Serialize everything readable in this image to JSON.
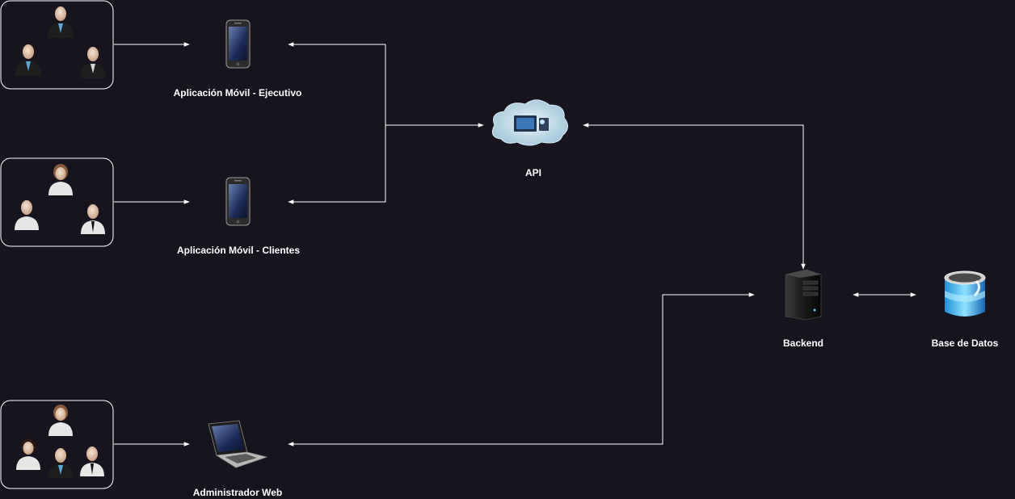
{
  "diagram": {
    "nodes": {
      "app_ejecutivo": {
        "label": "Aplicación Móvil - Ejecutivo"
      },
      "app_clientes": {
        "label": "Aplicación Móvil - Clientes"
      },
      "api": {
        "label": "API"
      },
      "backend": {
        "label": "Backend"
      },
      "base_datos": {
        "label": "Base de Datos"
      },
      "admin_web": {
        "label": "Administrador Web"
      }
    },
    "groups": {
      "ejecutivos": {
        "icon": "businessman-icon",
        "count": 3
      },
      "clientes": {
        "icon": "people-icon",
        "count": 3
      },
      "administradores": {
        "icon": "people-icon",
        "count": 4
      }
    },
    "colors": {
      "background": "#18141d",
      "line": "#ffffff"
    }
  }
}
